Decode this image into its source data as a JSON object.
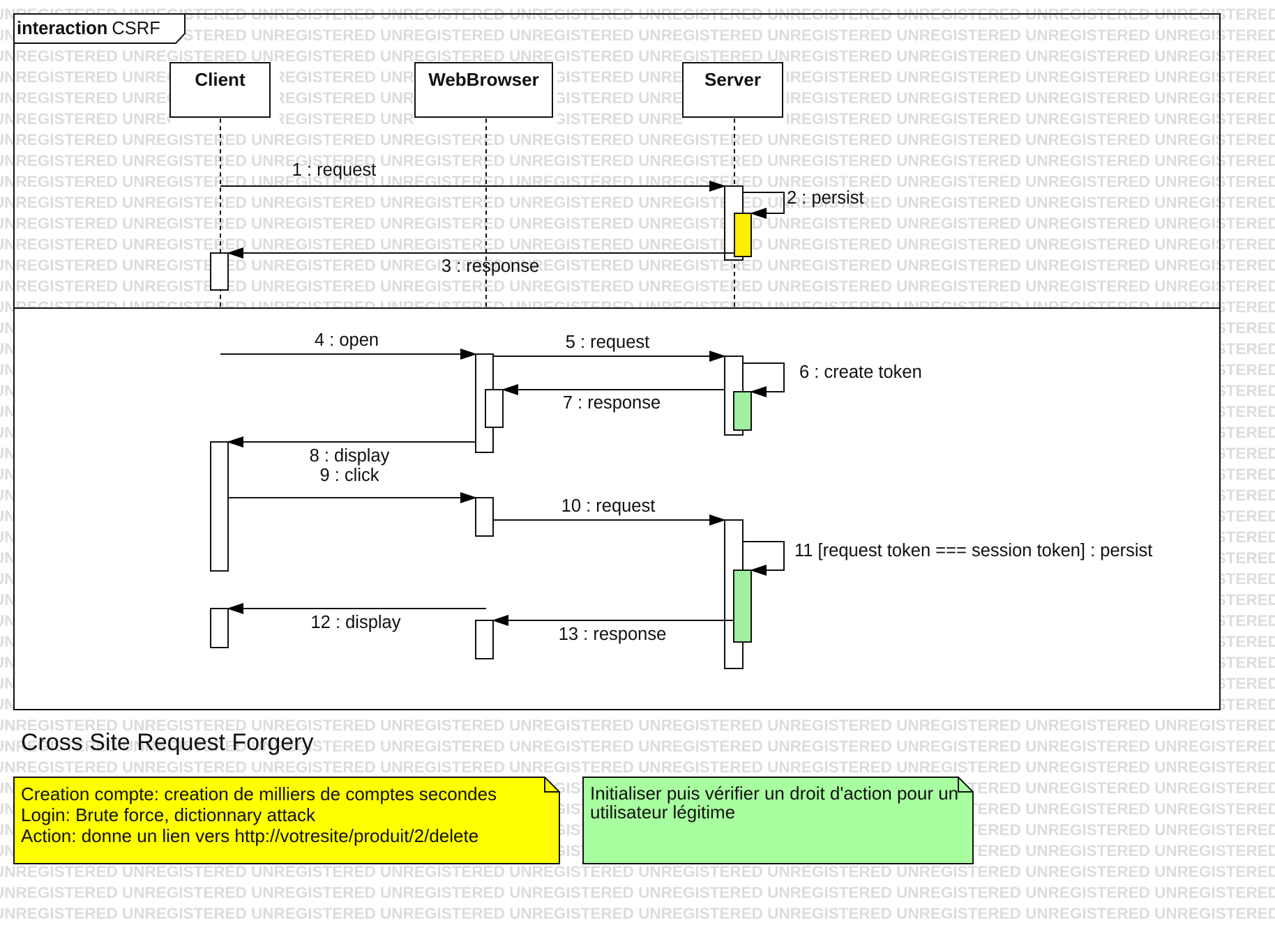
{
  "frame": {
    "keyword": "interaction",
    "name": "CSRF"
  },
  "watermark": "UNREGISTERED",
  "lifelines": [
    {
      "id": "client",
      "label": "Client"
    },
    {
      "id": "browser",
      "label": "WebBrowser"
    },
    {
      "id": "server",
      "label": "Server"
    }
  ],
  "messages": [
    {
      "id": "m1",
      "text": "1 : request"
    },
    {
      "id": "m2",
      "text": "2 : persist"
    },
    {
      "id": "m3",
      "text": "3 : response"
    },
    {
      "id": "m4",
      "text": "4 : open"
    },
    {
      "id": "m5",
      "text": "5 : request"
    },
    {
      "id": "m6",
      "text": "6 : create token"
    },
    {
      "id": "m7",
      "text": "7 : response"
    },
    {
      "id": "m8",
      "text": "8 : display"
    },
    {
      "id": "m9",
      "text": "9 : click"
    },
    {
      "id": "m10",
      "text": "10 : request"
    },
    {
      "id": "m11",
      "text": "11 [request token === session token] : persist"
    },
    {
      "id": "m12",
      "text": "12 : display"
    },
    {
      "id": "m13",
      "text": "13 : response"
    }
  ],
  "caption": "Cross Site Request Forgery",
  "notes": [
    {
      "id": "attacks",
      "color": "#ffff00",
      "lines": [
        "Creation compte: creation de milliers de comptes secondes",
        "Login: Brute force, dictionnary attack",
        "Action: donne un lien vers http://votresite/produit/2/delete"
      ]
    },
    {
      "id": "defense",
      "color": "#a8ffa0",
      "lines": [
        "Initialiser puis vérifier un droit d'action pour un",
        "utilisateur légitime"
      ]
    }
  ],
  "colors": {
    "yellow_activation": "#ffee00",
    "green_activation": "#a0f0a0",
    "watermark": "#dcdcdc"
  }
}
